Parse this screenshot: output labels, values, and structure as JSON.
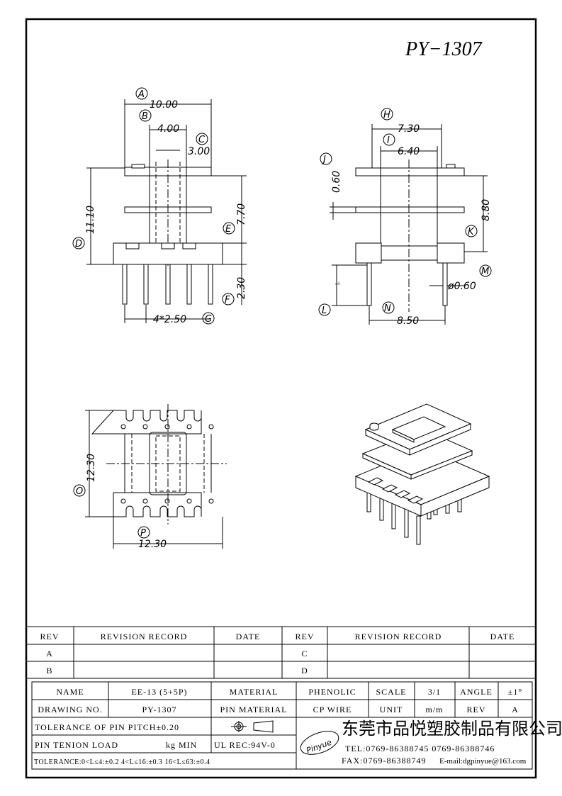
{
  "drawing": {
    "part_number": "PY−1307",
    "front_view": {
      "A": "10.00",
      "B": "4.00",
      "C": "3.00",
      "D": "11.10",
      "E": "7.70",
      "F": "2.30",
      "G": "4*2.50"
    },
    "side_view": {
      "H": "7.30",
      "I": "6.40",
      "J": "0.60",
      "K": "8.80",
      "L": "L",
      "M": "ø0.60",
      "N": "8.50"
    },
    "bottom_view": {
      "O": "12.30",
      "P": "12.30"
    },
    "callouts": {
      "A": "A",
      "B": "B",
      "C": "C",
      "D": "D",
      "E": "E",
      "F": "F",
      "G": "G",
      "H": "H",
      "I": "I",
      "J": "J",
      "K": "K",
      "L": "L",
      "M": "M",
      "N": "N",
      "O": "O",
      "P": "P"
    }
  },
  "revision_table": {
    "headers": [
      "REV",
      "REVISION RECORD",
      "DATE",
      "REV",
      "REVISION RECORD",
      "DATE"
    ],
    "rows": [
      [
        "A",
        "",
        "",
        "C",
        "",
        ""
      ],
      [
        "B",
        "",
        "",
        "D",
        "",
        ""
      ]
    ]
  },
  "title_block": {
    "name_label": "NAME",
    "name_value": "EE-13 (5+5P)",
    "material_label": "MATERIAL",
    "material_value": "PHENOLIC",
    "scale_label": "SCALE",
    "scale_value": "3/1",
    "angle_label": "ANGLE",
    "angle_value": "±1°",
    "drawing_no_label": "DRAWING NO.",
    "drawing_no_value": "PY-1307",
    "pin_material_label": "PIN MATERIAL",
    "pin_material_value": "CP WIRE",
    "unit_label": "UNIT",
    "unit_value": "m/m",
    "rev_label": "REV",
    "rev_value": "A",
    "tolerance_pitch": "TOLERANCE OF PIN PITCH±0.20",
    "pin_tension": "PIN TENION LOAD",
    "pin_tension_unit": "kg MIN",
    "ul_rec": "UL REC:94V-0",
    "tolerance_ranges": "TOLERANCE:0<L≤4:±0.2  4<L≤16:±0.3  16<L≤63:±0.4",
    "company_cn": "东莞市品悦塑胶制品有限公司",
    "logo_text": "Pinyue",
    "tel": "TEL:0769-86388745   0769-86388746",
    "fax": "FAX:0769-86388749",
    "email": "E-mail:dgpinyue@163.com"
  }
}
